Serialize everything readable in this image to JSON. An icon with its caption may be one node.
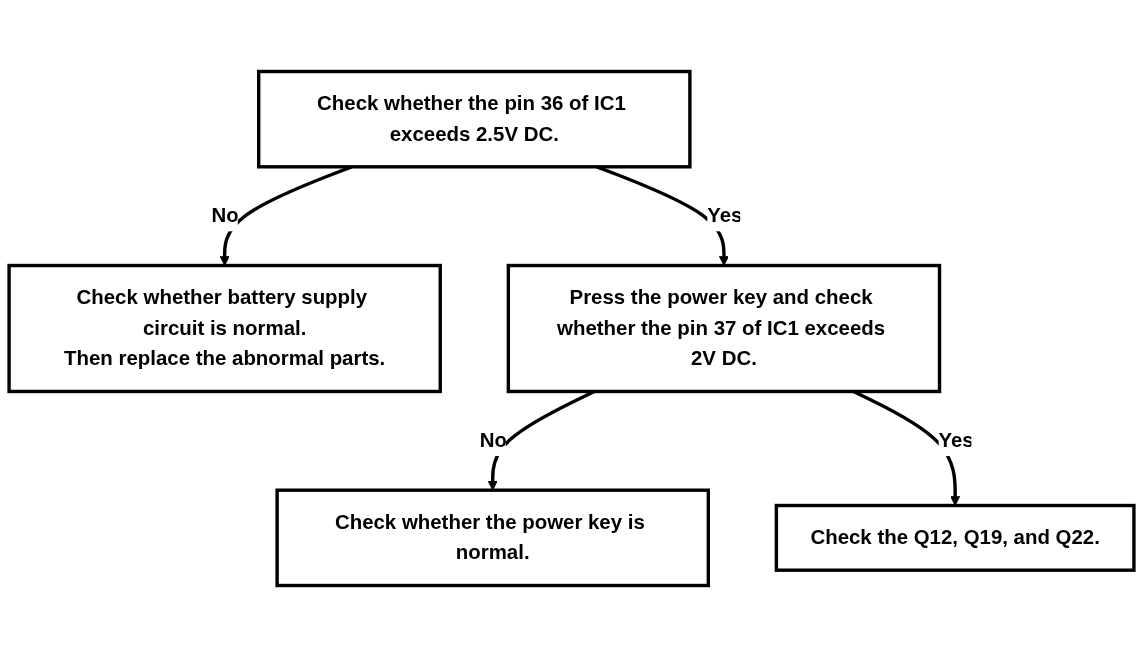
{
  "diagram": {
    "nodes": [
      {
        "text": [
          "Check whether the pin 36 of IC1 exceeds 2.5V DC."
        ]
      },
      {
        "text": [
          "Check whether battery supply circuit is normal.",
          "Then replace the abnormal parts."
        ]
      },
      {
        "text": [
          "Press the power key and check whether the pin 37 of IC1 exceeds 2V DC."
        ]
      },
      {
        "text": [
          "Check whether the power key is normal."
        ]
      },
      {
        "text": [
          "Check the Q12, Q19, and Q22."
        ]
      }
    ],
    "edges": [
      {
        "from": 0,
        "to": 1,
        "arrow": "to",
        "label": "No"
      },
      {
        "from": 0,
        "to": 2,
        "arrow": "to",
        "label": "Yes"
      },
      {
        "from": 2,
        "to": 3,
        "arrow": "to",
        "label": "No"
      },
      {
        "from": 2,
        "to": 4,
        "arrow": "to",
        "label": "Yes"
      }
    ]
  }
}
